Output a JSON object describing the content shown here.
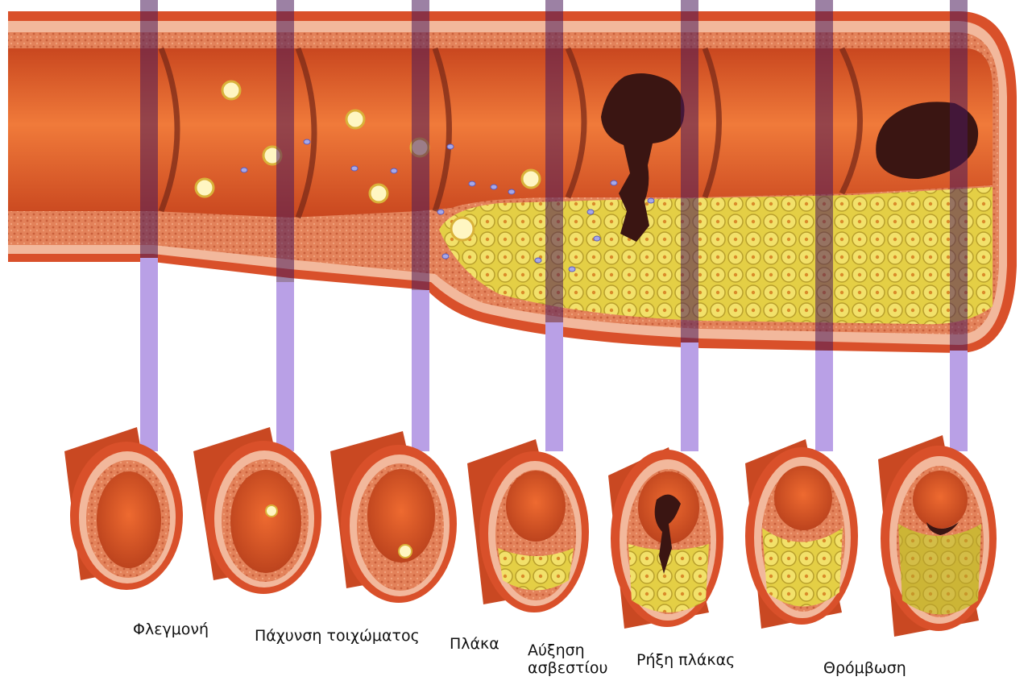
{
  "stages": [
    {
      "id": "inflammation",
      "label": "Φλεγμονή"
    },
    {
      "id": "wall-thickening",
      "label": "Πάχυνση τοιχώματος"
    },
    {
      "id": "plaque",
      "label": "Πλάκα"
    },
    {
      "id": "calcium-growth",
      "label": "Αύξηση\nασβεστίου"
    },
    {
      "id": "plaque-rupture",
      "label": "Ρήξη πλάκας"
    },
    {
      "id": "thrombosis",
      "label": "Θρόμβωση"
    }
  ],
  "colors": {
    "vessel_outer": "#d9502a",
    "vessel_wall_pink": "#f2b89c",
    "vessel_lumen": "#e0622e",
    "lumen_dark": "#b8401c",
    "plaque_yellow": "#e8d24a",
    "plaque_dark": "#a89222",
    "thrombus": "#3a1512",
    "section_line": "#b9a0e6",
    "section_line_dark": "#4a1a5a"
  }
}
